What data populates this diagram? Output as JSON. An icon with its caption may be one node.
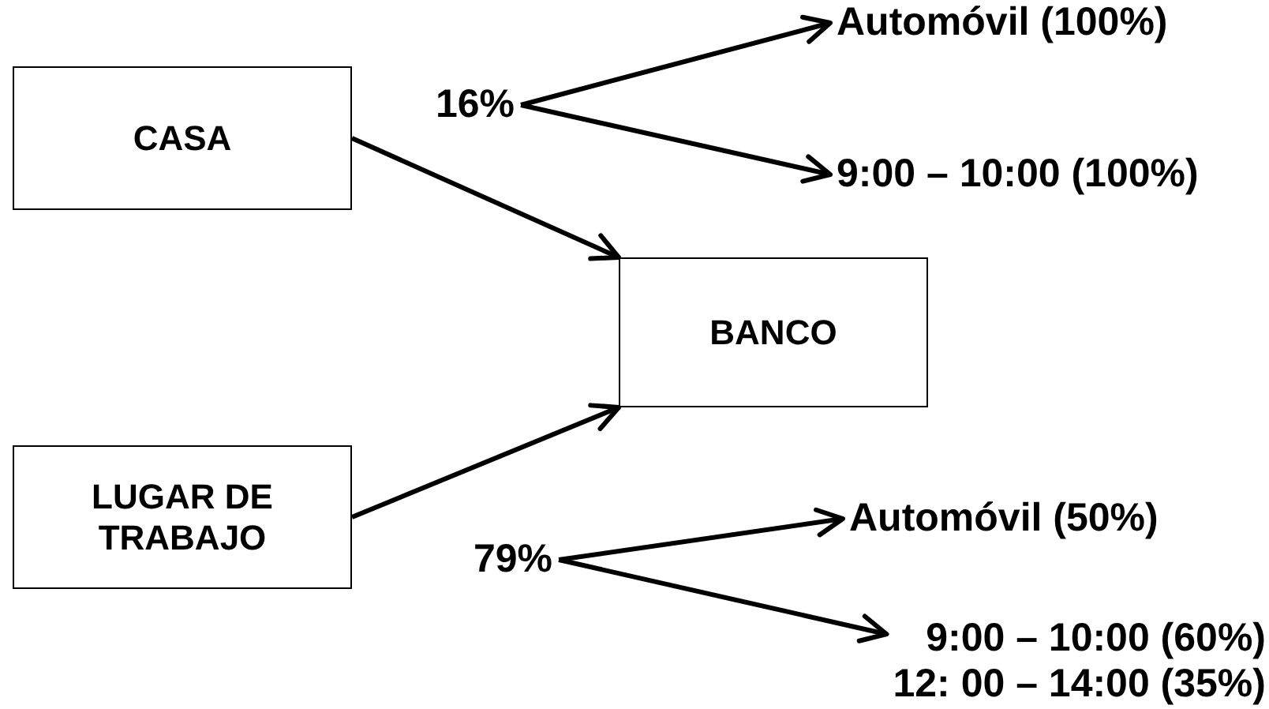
{
  "diagram": {
    "nodes": [
      {
        "text": [
          "CASA"
        ]
      },
      {
        "text": [
          "BANCO"
        ]
      },
      {
        "text": [
          "LUGAR DE TRABAJO"
        ]
      },
      {
        "text": [
          "16%"
        ]
      },
      {
        "text": [
          "Automóvil (100%)"
        ]
      },
      {
        "text": [
          "9:00 – 10:00 (100%)"
        ]
      },
      {
        "text": [
          "79%"
        ]
      },
      {
        "text": [
          "Automóvil (50%)"
        ]
      },
      {
        "text": [
          "9:00 – 10:00 (60%)",
          "12: 00 – 14:00 (35%)"
        ]
      }
    ],
    "edges": [
      {
        "from": 0,
        "to": 1,
        "arrow": "to"
      },
      {
        "from": 2,
        "to": 1,
        "arrow": "to"
      },
      {
        "from": 3,
        "to": 4,
        "arrow": "to"
      },
      {
        "from": 3,
        "to": 5,
        "arrow": "to"
      },
      {
        "from": 6,
        "to": 7,
        "arrow": "to"
      },
      {
        "from": 6,
        "to": 8,
        "arrow": "to"
      }
    ]
  }
}
